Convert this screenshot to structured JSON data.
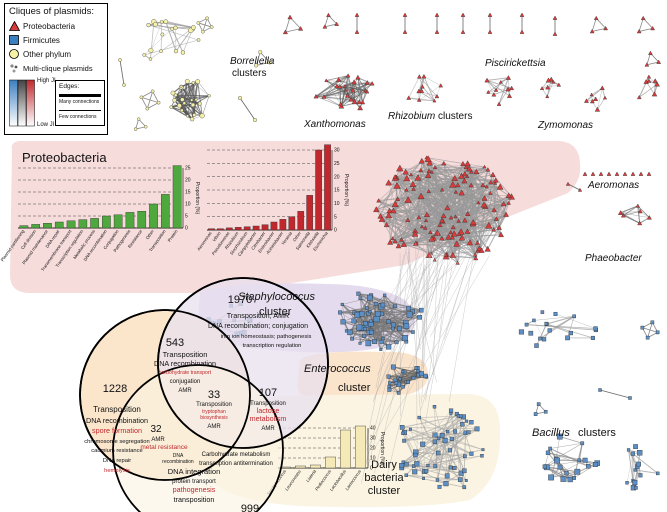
{
  "legend": {
    "title": "Cliques of plasmids:",
    "items": [
      {
        "label": "Proteobacteria",
        "color": "#d93a3a",
        "shape": "triangle"
      },
      {
        "label": "Firmicutes",
        "color": "#3c7fc1",
        "shape": "square"
      },
      {
        "label": "Other phylum",
        "color": "#f5f2a8",
        "shape": "circle"
      },
      {
        "label": "Multi-clique plasmids",
        "color": "#777777",
        "shape": "dots"
      }
    ],
    "high": "High JI",
    "low": "Low JI",
    "edges_title": "Edges:",
    "edges_many": "Many connections",
    "edges_few": "Few connections"
  },
  "clusters": {
    "borreliella": "Borreliella",
    "borreliella_sub": "clusters",
    "piscirickettsia": "Piscirickettsia",
    "xanthomonas": "Xanthomonas",
    "rhizobium": "Rhizobium",
    "rhizobium_sub": "clusters",
    "zymomonas": "Zymomonas",
    "aeromonas": "Aeromonas",
    "phaeobacter": "Phaeobacter",
    "staphylococcus": "Staphylococcus",
    "staph_sub": "cluster",
    "enterococcus": "Enterococcus",
    "entero_sub": "cluster",
    "bacillus": "Bacillus",
    "bacillus_sub": "clusters",
    "dairy_l1": "Dairy",
    "dairy_l2": "bacteria",
    "dairy_l3": "cluster",
    "proteobacteria_region": "Proteobacteria"
  },
  "chart_data": [
    {
      "type": "bar",
      "id": "functions",
      "color": "#4ea83e",
      "ylabel": "Proportion (%)",
      "ylim": [
        0,
        25
      ],
      "yticks": [
        0,
        5,
        10,
        15,
        20,
        25
      ],
      "categories": [
        "Plasmid partitioning",
        "Cell division",
        "Plasmid maintenance",
        "DNA repair",
        "Transmembrane transport",
        "Transcription regulation",
        "Metabolic process",
        "DNA recombination",
        "Conjugation",
        "Pathogenesis",
        "Resistance",
        "Other",
        "Transposition",
        "Protein"
      ],
      "values": [
        1,
        1.5,
        2,
        2.5,
        3,
        3.5,
        4,
        5,
        5.5,
        6.5,
        7,
        10,
        14,
        26
      ]
    },
    {
      "type": "bar",
      "id": "genera",
      "color": "#c0282d",
      "ylabel": "Proportion (%)",
      "ylim": [
        0,
        30
      ],
      "yticks": [
        0,
        5,
        10,
        15,
        20,
        25,
        30
      ],
      "categories": [
        "Aeromonas",
        "Vibrio",
        "Pseudomonas",
        "Rhizobium",
        "Sinorhizobium",
        "Campylobacter",
        "Citrobacter",
        "Enterobacter",
        "Acinetobacter",
        "Yersinia",
        "Other",
        "Salmonella",
        "Klebsiella",
        "Escherichia"
      ],
      "values": [
        0.5,
        0.5,
        0.8,
        1,
        1.2,
        1.5,
        2,
        3,
        4,
        5,
        7,
        13,
        30,
        32
      ]
    },
    {
      "type": "bar",
      "id": "dairy",
      "color": "#f5e9b8",
      "ylabel": "Proportion (%)",
      "ylim": [
        0,
        40
      ],
      "yticks": [
        0,
        10,
        20,
        30,
        40
      ],
      "categories": [
        "Staphylococcus",
        "Leuconostoc",
        "Listeria",
        "Pediococcus",
        "Lactobacillus",
        "Lactococcus"
      ],
      "values": [
        1,
        2,
        3,
        11,
        38,
        42
      ]
    }
  ],
  "venn": {
    "top": {
      "count": "1970",
      "lines": [
        "Transposition; AMR",
        "DNA recombination; conjugation",
        "iron ion homeostasis; pathogenesis",
        "transcription regulation"
      ]
    },
    "left": {
      "count": "1228",
      "lines": [
        "Transposition",
        "DNA recombination"
      ],
      "red": "spore formation",
      "lines2": [
        "chromosome segregation",
        "cadmium resistance",
        "DNA repair"
      ],
      "red2": "hemolysis"
    },
    "bottom": {
      "count": "999",
      "lines": [
        "Carbohydrate metabolism",
        "transcription antitermination"
      ],
      "big": "DNA integration",
      "small": "protein transport",
      "red": "pathogenesis",
      "last": "transposition"
    },
    "tl": {
      "count": "543",
      "l1": "Transposition",
      "l2": "DNA recombination",
      "red": "carbohydrate transport",
      "l3": "conjugation",
      "l4": "AMR"
    },
    "tr": {
      "count": "107",
      "l1": "Transposition",
      "red": "lactose",
      "red2": "metabolism",
      "l2": "AMR"
    },
    "center": {
      "count": "33",
      "l1": "Transposition",
      "red": "tryptophan",
      "red2": "biosynthesis",
      "l2": "AMR"
    },
    "bl": {
      "count": "32",
      "l1": "AMR",
      "red": "metal resistance",
      "s1": "DNA",
      "s2": "recombination"
    }
  }
}
